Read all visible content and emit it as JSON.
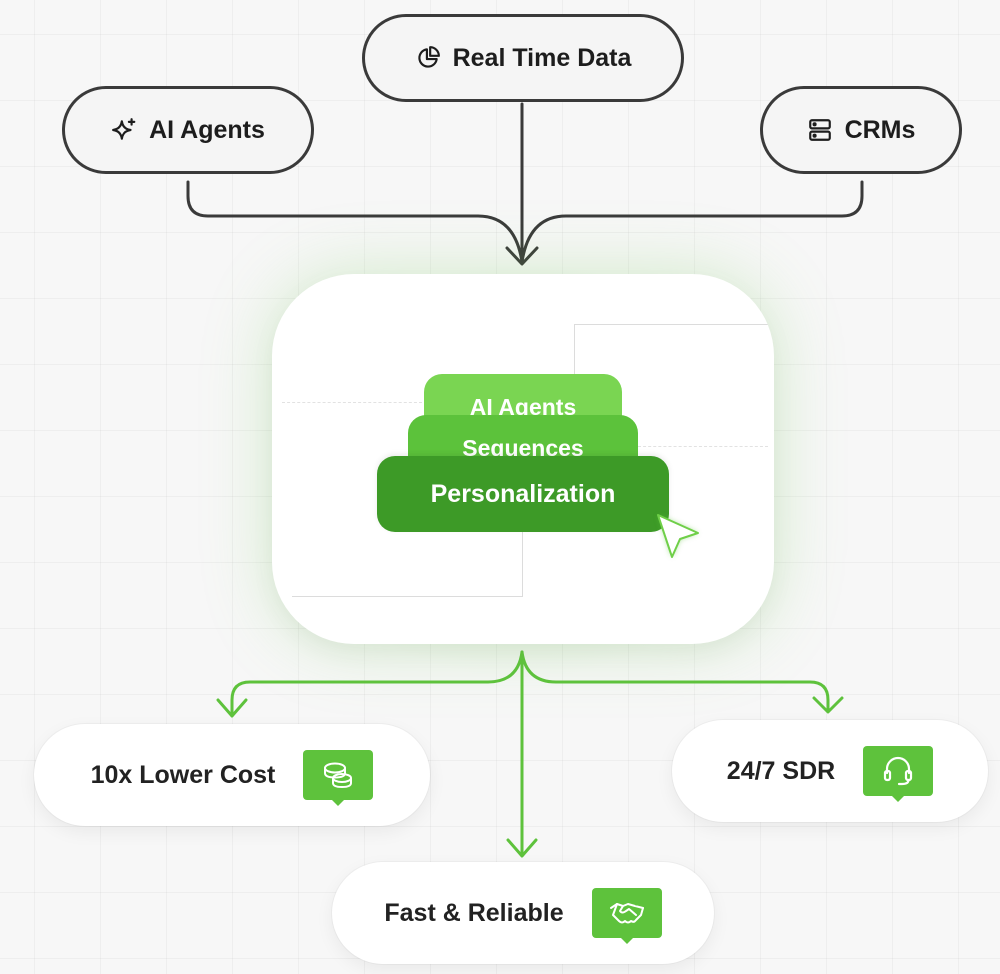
{
  "sources": {
    "real_time": {
      "label": "Real Time Data",
      "icon": "pie-chart-icon"
    },
    "ai_agents": {
      "label": "AI Agents",
      "icon": "sparkle-icon"
    },
    "crms": {
      "label": "CRMs",
      "icon": "database-icon"
    }
  },
  "core": {
    "cards": [
      "AI Agents",
      "Sequences",
      "Personalization"
    ],
    "cursor_icon": "pointer-cursor-icon"
  },
  "outcomes": {
    "lower_cost": {
      "label": "10x Lower Cost",
      "icon": "coins-icon"
    },
    "sdr": {
      "label": "24/7 SDR",
      "icon": "headset-icon"
    },
    "fast": {
      "label": "Fast & Reliable",
      "icon": "handshake-icon"
    }
  },
  "colors": {
    "accent": "#5ec23c",
    "accent_dark": "#3d9a27",
    "accent_light": "#7ad552",
    "line_dark": "#3a3a3a"
  }
}
